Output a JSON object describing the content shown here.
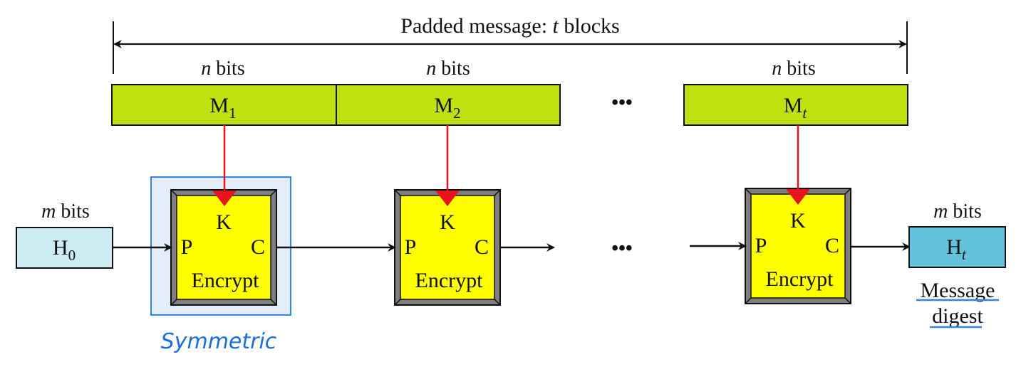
{
  "title": {
    "prefix": "Padded message: ",
    "variable": "t",
    "suffix": " blocks"
  },
  "block_size_label": {
    "variable": "n",
    "unit": " bits"
  },
  "hash_size_label": {
    "variable": "m",
    "unit": " bits"
  },
  "message_blocks": [
    {
      "base": "M",
      "sub": "1"
    },
    {
      "base": "M",
      "sub": "2"
    },
    {
      "base": "M",
      "sub": "t",
      "sub_italic": true
    }
  ],
  "ellipsis": "•••",
  "encrypt_box": {
    "key_label": "K",
    "plaintext_label": "P",
    "ciphertext_label": "C",
    "name": "Encrypt"
  },
  "initial_hash": {
    "base": "H",
    "sub": "0"
  },
  "final_hash": {
    "base": "H",
    "sub": "t",
    "sub_italic": true
  },
  "digest_label": {
    "line1": "Message",
    "line2": "digest"
  },
  "annotation": "Symmetric",
  "colors": {
    "message_block": "#c0e010",
    "encrypt_fill": "#ffff00",
    "encrypt_frame": "#7f7f7f",
    "key_arrow": "#e8141c",
    "h0_fill": "#cdebf2",
    "ht_fill": "#62c3da",
    "highlight_fill": "#e3eefa",
    "highlight_border": "#2e86e6",
    "annotation_ink": "#1a6fe0"
  }
}
